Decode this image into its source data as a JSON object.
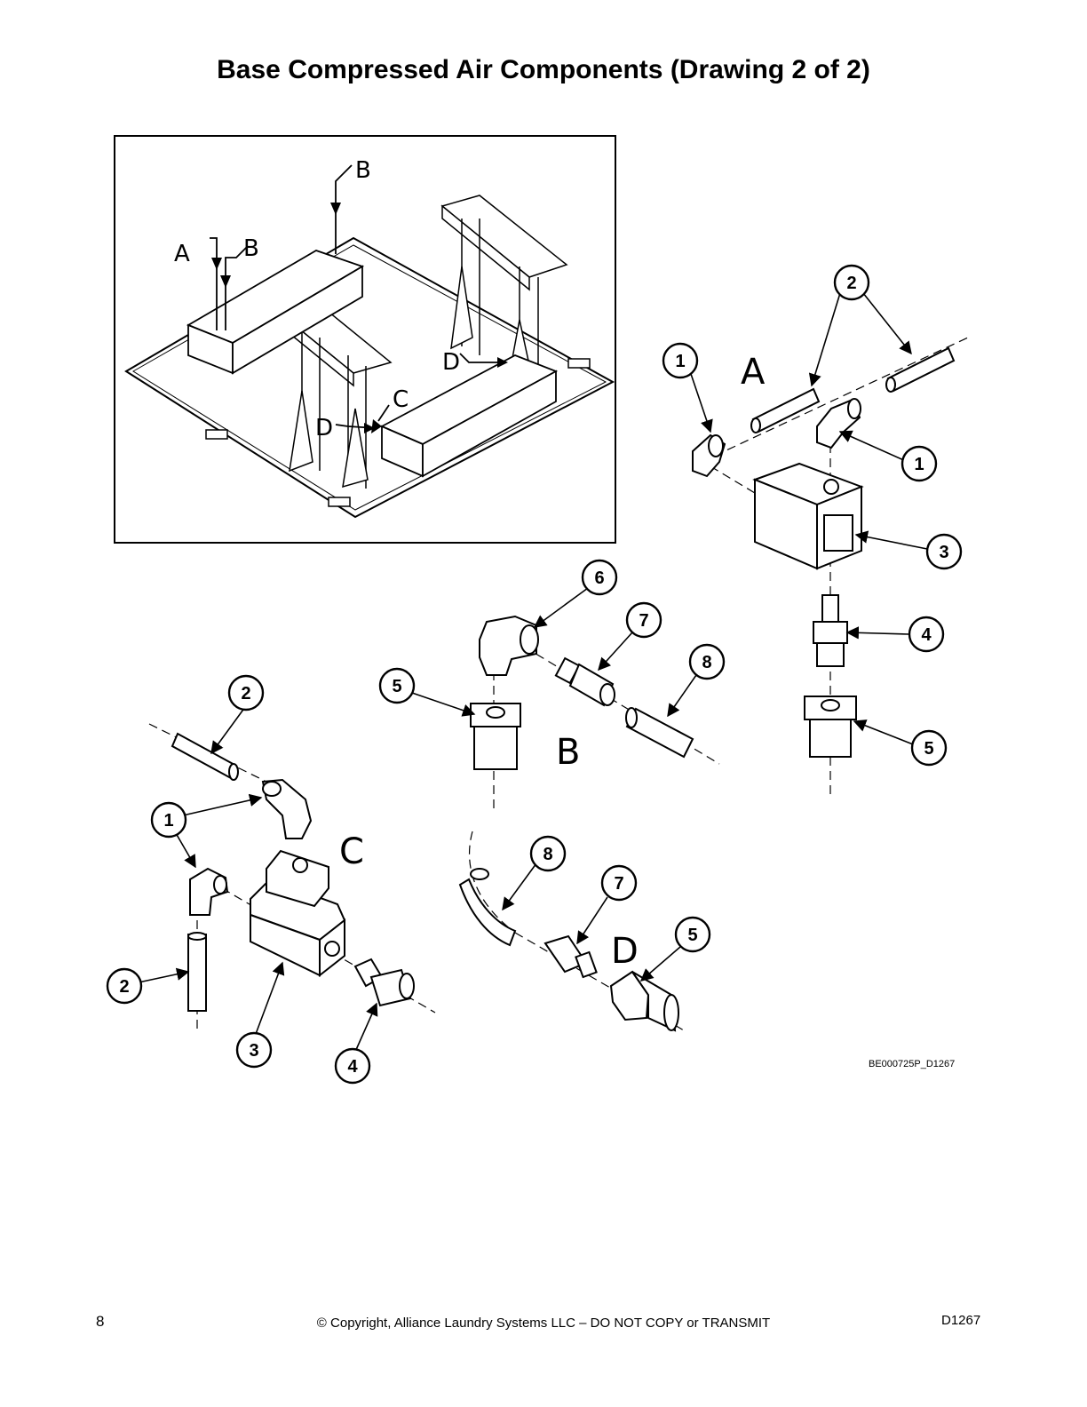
{
  "title": "Base Compressed Air Components (Drawing 2 of 2)",
  "inset": {
    "labels": [
      "A",
      "B",
      "B",
      "C",
      "D",
      "D"
    ]
  },
  "sections": {
    "A": {
      "label": "A",
      "callouts": [
        "1",
        "2",
        "1",
        "3",
        "4",
        "5"
      ]
    },
    "B": {
      "label": "B",
      "callouts": [
        "6",
        "7",
        "8",
        "5"
      ]
    },
    "C": {
      "label": "C",
      "callouts": [
        "2",
        "1",
        "2",
        "3",
        "4"
      ]
    },
    "D": {
      "label": "D",
      "callouts": [
        "8",
        "7",
        "5"
      ]
    }
  },
  "drawing_code": "BE000725P_D1267",
  "footer": {
    "page_number": "8",
    "copyright": "© Copyright, Alliance Laundry Systems LLC – DO NOT COPY or TRANSMIT",
    "doc_code": "D1267"
  }
}
